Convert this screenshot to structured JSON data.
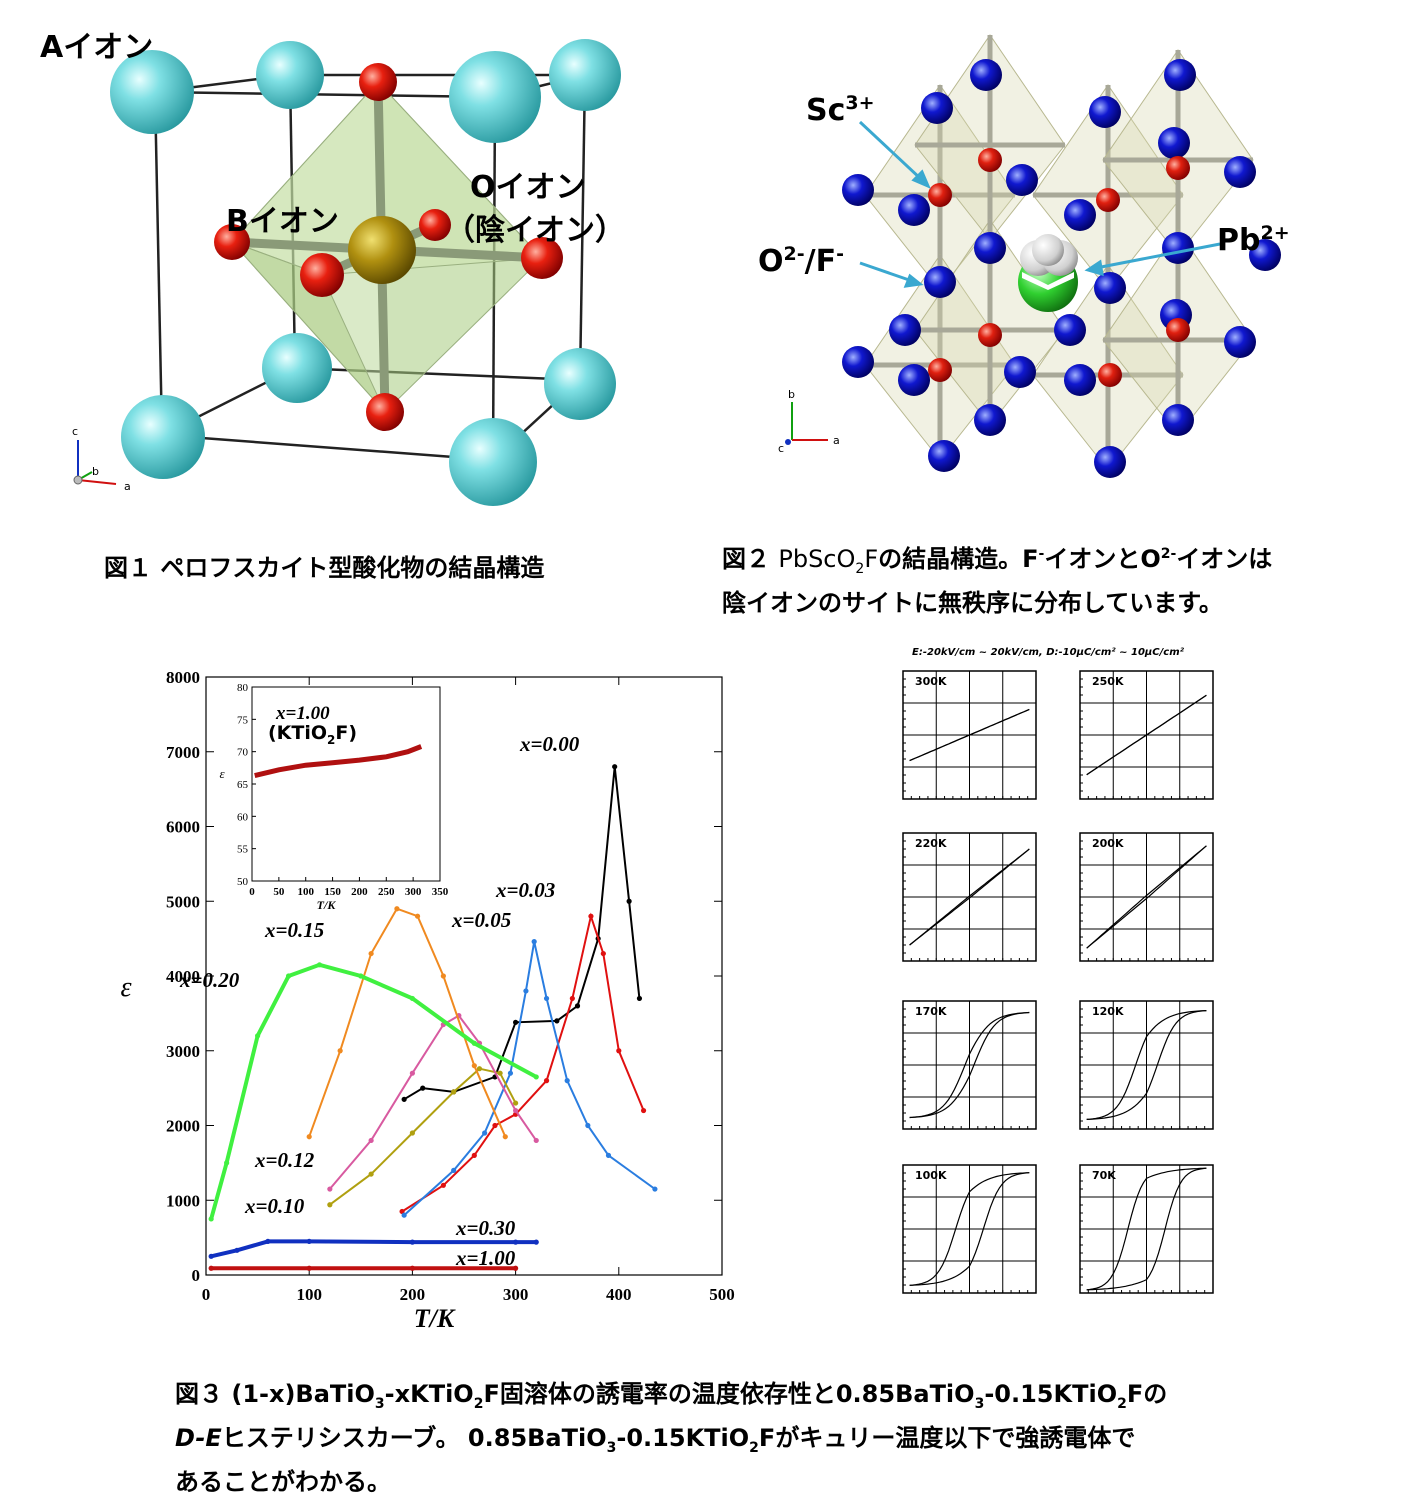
{
  "fig1": {
    "labels": {
      "a_ion": "Aイオン",
      "b_ion": "Bイオン",
      "o_ion": "Oイオン",
      "o_ion_sub": "（陰イオン）"
    },
    "axes": {
      "c": "c",
      "b": "b",
      "a": "a"
    },
    "caption": "図１ ペロフスカイト型酸化物の結晶構造"
  },
  "fig2": {
    "labels": {
      "sc_base": "Sc",
      "sc_sup": "3+",
      "o_base": "O",
      "o_sup": "2-",
      "o_sep": "/F",
      "o_sup2": "-",
      "pb_base": "Pb",
      "pb_sup": "2+"
    },
    "axes": {
      "b": "b",
      "c": "c",
      "a": "a"
    },
    "caption_line1_prefix": "図２ ",
    "caption_line1_chem": "PbScO",
    "caption_line1_sub": "2",
    "caption_line1_chem2": "F",
    "caption_line1_rest": "の結晶構造。F",
    "caption_line1_sup": "-",
    "caption_line1_rest2": "イオンとO",
    "caption_line1_sup2": "2-",
    "caption_line1_rest3": "イオンは",
    "caption_line2": "陰イオンのサイトに無秩序に分布しています。"
  },
  "fig3": {
    "caption": {
      "l1a": "図３ (1-x)BaTiO",
      "l1b": "3",
      "l1c": "-xKTiO",
      "l1d": "2",
      "l1e": "F固溶体の誘電率の温度依存性と0.85BaTiO",
      "l1f": "3",
      "l1g": "-0.15KTiO",
      "l1h": "2",
      "l1i": "Fの",
      "l2a": "D-E",
      "l2b": "ヒステリシスカーブ。 0.85BaTiO",
      "l2c": "3",
      "l2d": "-0.15KTiO",
      "l2e": "2",
      "l2f": "Fがキュリー温度以下で強誘電体で",
      "l3": "あることがわかる。"
    }
  },
  "chart_data": [
    {
      "type": "scatter",
      "xlabel": "T/K",
      "ylabel": "ε",
      "xlim": [
        0,
        500
      ],
      "ylim": [
        0,
        8000
      ],
      "x_ticks": [
        "0",
        "100",
        "200",
        "300",
        "400",
        "500"
      ],
      "y_ticks": [
        "0",
        "1000",
        "2000",
        "3000",
        "4000",
        "5000",
        "6000",
        "7000",
        "8000"
      ],
      "series": [
        {
          "name": "x=0.00",
          "color": "#000000",
          "points": [
            [
              192,
              2350
            ],
            [
              210,
              2500
            ],
            [
              240,
              2450
            ],
            [
              280,
              2650
            ],
            [
              300,
              3380
            ],
            [
              340,
              3400
            ],
            [
              360,
              3600
            ],
            [
              380,
              4500
            ],
            [
              396,
              6800
            ],
            [
              410,
              5000
            ],
            [
              420,
              3700
            ]
          ]
        },
        {
          "name": "x=0.03",
          "color": "#e01010",
          "points": [
            [
              190,
              850
            ],
            [
              230,
              1200
            ],
            [
              260,
              1600
            ],
            [
              280,
              2000
            ],
            [
              300,
              2150
            ],
            [
              330,
              2600
            ],
            [
              355,
              3700
            ],
            [
              373,
              4800
            ],
            [
              385,
              4300
            ],
            [
              400,
              3000
            ],
            [
              424,
              2200
            ]
          ]
        },
        {
          "name": "x=0.05",
          "color": "#2a7de0",
          "points": [
            [
              192,
              800
            ],
            [
              240,
              1400
            ],
            [
              270,
              1900
            ],
            [
              295,
              2700
            ],
            [
              310,
              3800
            ],
            [
              318,
              4460
            ],
            [
              330,
              3700
            ],
            [
              350,
              2600
            ],
            [
              370,
              2000
            ],
            [
              390,
              1600
            ],
            [
              435,
              1150
            ]
          ]
        },
        {
          "name": "x=0.10",
          "color": "#b0a010",
          "points": [
            [
              120,
              940
            ],
            [
              160,
              1350
            ],
            [
              200,
              1900
            ],
            [
              240,
              2450
            ],
            [
              265,
              2760
            ],
            [
              285,
              2700
            ],
            [
              300,
              2300
            ]
          ]
        },
        {
          "name": "x=0.12",
          "color": "#d85aa0",
          "points": [
            [
              120,
              1150
            ],
            [
              160,
              1800
            ],
            [
              200,
              2700
            ],
            [
              230,
              3350
            ],
            [
              245,
              3470
            ],
            [
              265,
              3100
            ],
            [
              300,
              2200
            ],
            [
              320,
              1800
            ]
          ]
        },
        {
          "name": "x=0.15",
          "color": "#f08a20",
          "points": [
            [
              100,
              1850
            ],
            [
              130,
              3000
            ],
            [
              160,
              4300
            ],
            [
              185,
              4900
            ],
            [
              205,
              4800
            ],
            [
              230,
              4000
            ],
            [
              260,
              2800
            ],
            [
              290,
              1850
            ]
          ]
        },
        {
          "name": "x=0.20",
          "color": "#40f040",
          "points": [
            [
              5,
              750
            ],
            [
              20,
              1500
            ],
            [
              50,
              3200
            ],
            [
              80,
              4000
            ],
            [
              110,
              4150
            ],
            [
              150,
              4000
            ],
            [
              200,
              3700
            ],
            [
              260,
              3100
            ],
            [
              320,
              2650
            ]
          ]
        },
        {
          "name": "x=0.30",
          "color": "#1030c0",
          "points": [
            [
              5,
              250
            ],
            [
              30,
              330
            ],
            [
              60,
              450
            ],
            [
              100,
              450
            ],
            [
              200,
              440
            ],
            [
              300,
              440
            ],
            [
              320,
              440
            ]
          ]
        },
        {
          "name": "x=1.00",
          "color": "#c01010",
          "points": [
            [
              5,
              90
            ],
            [
              100,
              90
            ],
            [
              200,
              90
            ],
            [
              300,
              90
            ]
          ]
        }
      ]
    },
    {
      "type": "scatter",
      "title": "x=1.00 (KTiO2F)",
      "title_line1": "x=1.00",
      "title_line2_a": "(KTiO",
      "title_line2_b": "2",
      "title_line2_c": "F)",
      "xlabel": "T/K",
      "ylabel": "ε",
      "xlim": [
        0,
        350
      ],
      "ylim": [
        50,
        80
      ],
      "x_ticks": [
        "0",
        "50",
        "100",
        "150",
        "200",
        "250",
        "300",
        "350"
      ],
      "y_ticks": [
        "50",
        "55",
        "60",
        "65",
        "70",
        "75",
        "80"
      ],
      "series": [
        {
          "name": "x=1.00",
          "color": "#b01010",
          "points": [
            [
              5,
              66.3
            ],
            [
              50,
              67.2
            ],
            [
              100,
              67.9
            ],
            [
              150,
              68.3
            ],
            [
              200,
              68.7
            ],
            [
              250,
              69.2
            ],
            [
              290,
              70
            ],
            [
              315,
              70.8
            ]
          ]
        }
      ]
    },
    {
      "type": "line",
      "title": "E:-20kV/cm ~ 20kV/cm, D:-10μC/cm² ~ 10μC/cm²",
      "panels": [
        {
          "label": "300K",
          "coercive": 0,
          "sat": 0.4
        },
        {
          "label": "250K",
          "coercive": 0,
          "sat": 0.62
        },
        {
          "label": "220K",
          "coercive": 0.02,
          "sat": 0.75
        },
        {
          "label": "200K",
          "coercive": 0.03,
          "sat": 0.8
        },
        {
          "label": "170K",
          "coercive": 0.08,
          "sat": 0.82
        },
        {
          "label": "120K",
          "coercive": 0.22,
          "sat": 0.85
        },
        {
          "label": "100K",
          "coercive": 0.3,
          "sat": 0.88
        },
        {
          "label": "70K",
          "coercive": 0.45,
          "sat": 0.95
        }
      ]
    }
  ]
}
